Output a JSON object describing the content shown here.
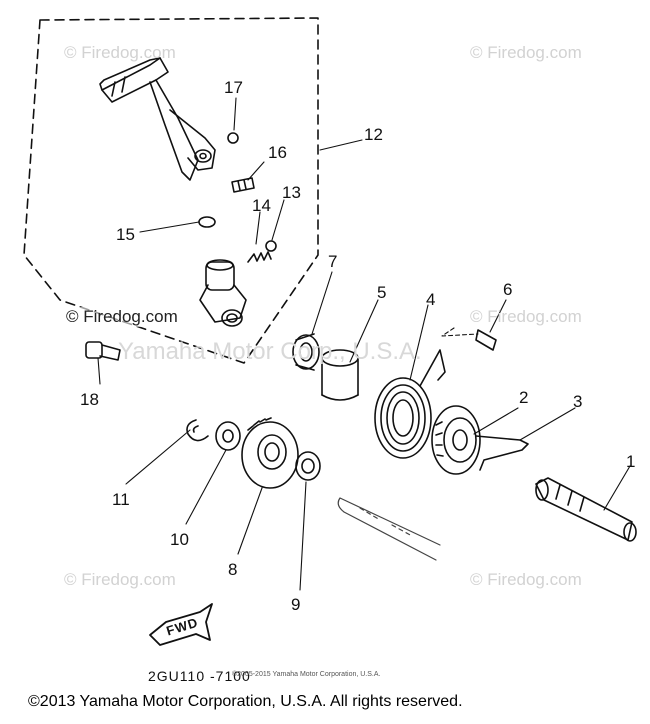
{
  "watermarks": {
    "site_top_left": "© Firedog.com",
    "site_top_right": "© Firedog.com",
    "site_mid_left": "© Firedog.com",
    "site_mid_right": "© Firedog.com",
    "site_bottom_left": "© Firedog.com",
    "site_bottom_right": "© Firedog.com",
    "brand": "Yamaha Motor Corp., U.S.A."
  },
  "callouts": [
    "1",
    "2",
    "3",
    "4",
    "5",
    "6",
    "7",
    "8",
    "9",
    "10",
    "11",
    "12",
    "13",
    "14",
    "15",
    "16",
    "17",
    "18"
  ],
  "fwd_label": "FWD",
  "drawing_code": "2GU110 -7100",
  "small_copyright": "©2005-2015 Yamaha Motor Corporation, U.S.A.",
  "footer": "©2013 Yamaha Motor Corporation, U.S.A. All rights reserved."
}
